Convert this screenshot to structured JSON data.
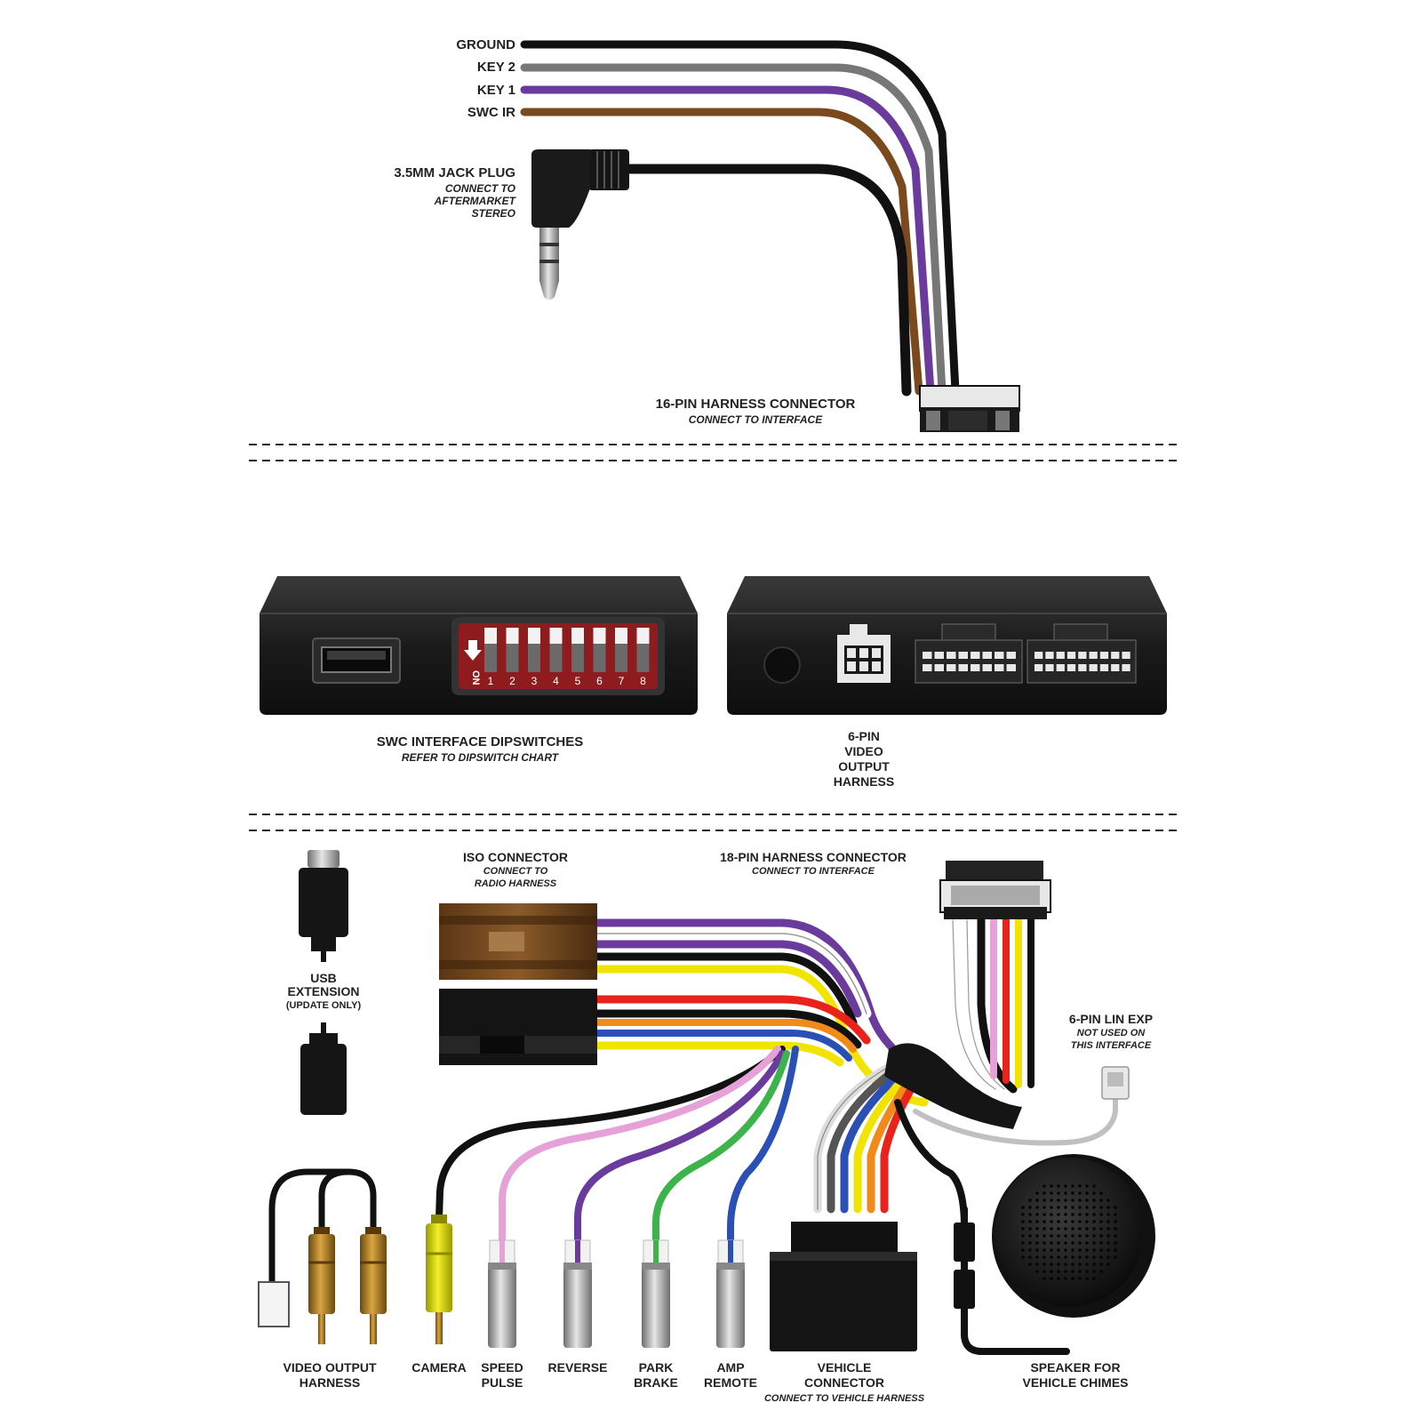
{
  "top": {
    "wires": [
      {
        "label": "GROUND",
        "color": "#111111"
      },
      {
        "label": "KEY 2",
        "color": "#777777"
      },
      {
        "label": "KEY 1",
        "color": "#6a3b9c"
      },
      {
        "label": "SWC IR",
        "color": "#7a4a1e"
      }
    ],
    "jack": {
      "title": "3.5MM JACK PLUG",
      "sub1": "CONNECT TO",
      "sub2": "AFTERMARKET",
      "sub3": "STEREO"
    },
    "harness": {
      "title": "16-PIN HARNESS CONNECTOR",
      "sub": "CONNECT TO INTERFACE"
    }
  },
  "middle": {
    "dipswitch": {
      "title": "SWC INTERFACE DIPSWITCHES",
      "sub": "REFER TO DIPSWITCH CHART",
      "on_label": "ON",
      "numbers": [
        "1",
        "2",
        "3",
        "4",
        "5",
        "6",
        "7",
        "8"
      ]
    },
    "video_output": {
      "l1": "6-PIN",
      "l2": "VIDEO",
      "l3": "OUTPUT",
      "l4": "HARNESS"
    }
  },
  "bottom": {
    "usb": {
      "l1": "USB",
      "l2": "EXTENSION",
      "l3": "(UPDATE ONLY)"
    },
    "iso": {
      "title": "ISO CONNECTOR",
      "sub1": "CONNECT TO",
      "sub2": "RADIO HARNESS"
    },
    "pin18": {
      "title": "18-PIN HARNESS CONNECTOR",
      "sub": "CONNECT TO INTERFACE"
    },
    "lin": {
      "title": "6-PIN LIN EXP",
      "sub1": "NOT USED ON",
      "sub2": "THIS INTERFACE"
    },
    "video_harness": {
      "l1": "VIDEO OUTPUT",
      "l2": "HARNESS"
    },
    "camera": "CAMERA",
    "speed": {
      "l1": "SPEED",
      "l2": "PULSE"
    },
    "reverse": "REVERSE",
    "park": {
      "l1": "PARK",
      "l2": "BRAKE"
    },
    "amp": {
      "l1": "AMP",
      "l2": "REMOTE"
    },
    "vehicle": {
      "l1": "VEHICLE",
      "l2": "CONNECTOR",
      "sub": "CONNECT TO VEHICLE HARNESS"
    },
    "speaker": {
      "l1": "SPEAKER FOR",
      "l2": "VEHICLE CHIMES"
    }
  }
}
